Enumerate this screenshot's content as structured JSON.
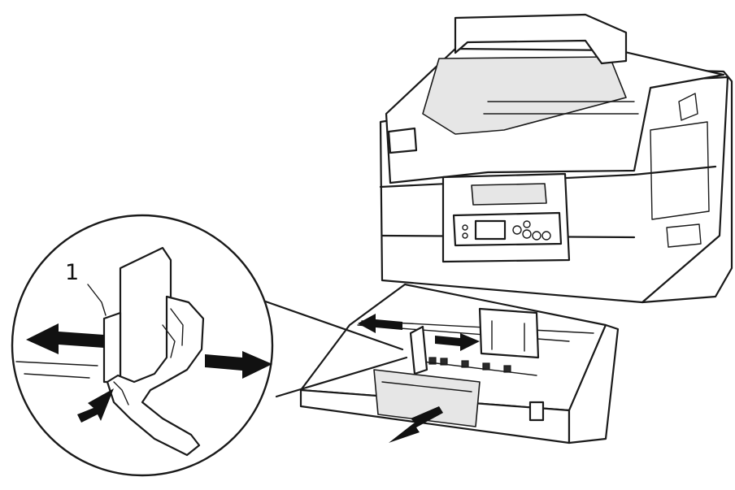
{
  "callout": {
    "label": "1"
  },
  "colors": {
    "line": "#1a1a1a",
    "arrow": "#111111",
    "background": "#ffffff"
  },
  "parts": {
    "printer": "printer-body",
    "tray": "paper-tray",
    "guide": "paper-width-guide",
    "zoom": "magnified-detail-circle"
  }
}
